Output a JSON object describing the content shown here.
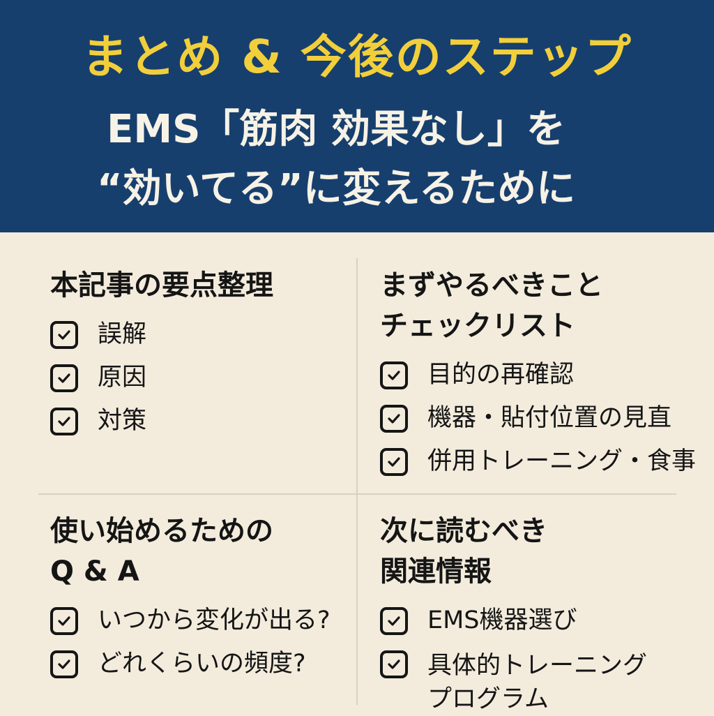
{
  "header": {
    "title": "まとめ & 今後のステップ",
    "subtitle_line1": "EMS「筋肉 効果なし」を",
    "subtitle_line2": "“効いてる”に変えるために"
  },
  "colors": {
    "header_bg": "#173f6e",
    "title": "#f2cf3a",
    "body_bg": "#f3ecdd"
  },
  "sections": [
    {
      "heading": [
        "本記事の要点整理"
      ],
      "items": [
        "誤解",
        "原因",
        "対策"
      ]
    },
    {
      "heading": [
        "まずやるべきこと",
        "チェックリスト"
      ],
      "items": [
        "目的の再確認",
        "機器・貼付位置の見直",
        "併用トレーニング・食事"
      ]
    },
    {
      "heading": [
        "使い始めるための",
        "Q & A"
      ],
      "items": [
        "いつから変化が出る?",
        "どれくらいの頻度?"
      ]
    },
    {
      "heading": [
        "次に読むべき",
        "関連情報"
      ],
      "items": [
        "EMS機器選び",
        "具体的トレーニング プログラム"
      ]
    }
  ],
  "icons": {
    "checkbox": "checked-box-icon"
  }
}
